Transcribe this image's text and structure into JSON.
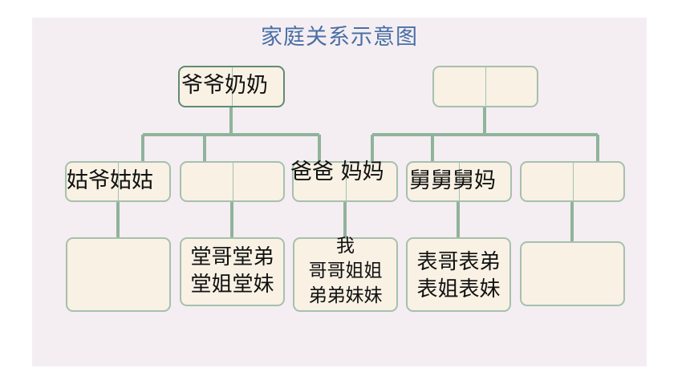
{
  "title": "家庭关系示意图",
  "colors": {
    "panel_background": "#f4eef2",
    "title": "#4a6fa5",
    "box_fill": "#f8f1e4",
    "box_border": "#a6c0ae",
    "connector": "#8fb39b"
  },
  "nodes": {
    "paternal_grandparents": "爷爷奶奶",
    "maternal_grandparents": "",
    "paternal_aunt_couple": "姑爷姑姑",
    "paternal_uncle_couple": "",
    "parents": "爸爸 妈妈",
    "maternal_uncle_couple": "舅舅舅妈",
    "maternal_aunt_couple": "",
    "aunt_children": "",
    "paternal_cousins": [
      "堂哥堂弟",
      "堂姐堂妹"
    ],
    "self_and_siblings": [
      "我",
      "哥哥姐姐",
      "弟弟妹妹"
    ],
    "maternal_cousins": [
      "表哥表弟",
      "表姐表妹"
    ],
    "maternal_aunt_children": ""
  }
}
